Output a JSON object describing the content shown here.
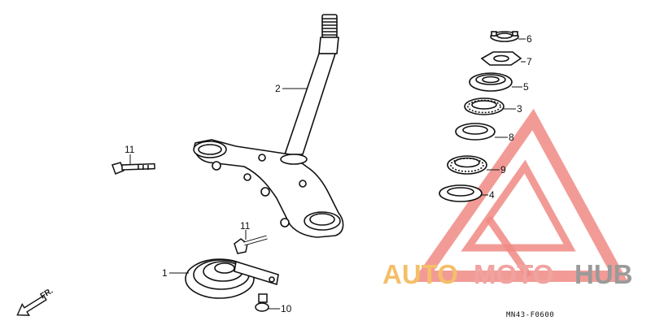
{
  "diagram": {
    "callouts": {
      "c1": "1",
      "c2": "2",
      "c3": "3",
      "c4": "4",
      "c5": "5",
      "c6": "6",
      "c7": "7",
      "c8": "8",
      "c9": "9",
      "c10": "10",
      "c11a": "11",
      "c11b": "11"
    },
    "direction_label": "FR.",
    "diagram_code": "MN43-F0600"
  },
  "watermark": {
    "part1": "AUTO",
    "part2": "MOTO",
    "part3": "HUB",
    "colors": {
      "auto": "#f4bf6a",
      "moto": "#f0a3a0",
      "hub": "#9a9a9a",
      "triangle": "#f08a84"
    }
  }
}
